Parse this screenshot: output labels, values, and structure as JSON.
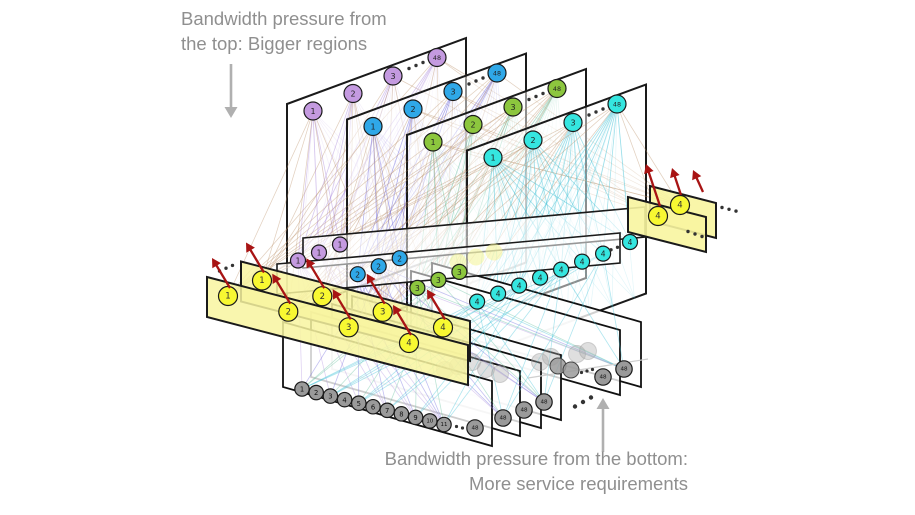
{
  "figure": {
    "annotation_top": {
      "line1": "Bandwidth pressure from",
      "line2": "the top: Bigger regions"
    },
    "annotation_bottom": {
      "line1": "Bandwidth pressure from the bottom:",
      "line2": "More service requirements"
    },
    "planes": [
      {
        "id": 1,
        "node_color": "#c49ae0",
        "fan_color": "#b293e0",
        "top_labels": [
          "1",
          "2",
          "3",
          "48"
        ],
        "middle_label": "1"
      },
      {
        "id": 2,
        "node_color": "#2fa8e8",
        "fan_color": "#6f6ade",
        "top_labels": [
          "1",
          "2",
          "3",
          "48"
        ],
        "middle_label": "2"
      },
      {
        "id": 3,
        "node_color": "#8cc63e",
        "fan_color": "#66c2a0",
        "top_labels": [
          "1",
          "2",
          "3",
          "48"
        ],
        "middle_label": "3"
      },
      {
        "id": 4,
        "node_color": "#35e6e0",
        "fan_color": "#45c4d8",
        "top_labels": [
          "1",
          "2",
          "3",
          "48"
        ],
        "middle_label": "4"
      }
    ],
    "bottom_row_labels": [
      "1",
      "2",
      "3",
      "4",
      "5",
      "6",
      "7",
      "8",
      "9",
      "10",
      "11"
    ],
    "bottom_corner_label": "48",
    "bands": {
      "labels": [
        "1",
        "2",
        "3",
        "4"
      ],
      "right_label": "4",
      "fill": "#f8f5a0",
      "node_fill": "#f8f832",
      "arrow_color": "#a81414"
    },
    "colors": {
      "tan_link": "#bb8f66",
      "plane_border": "#1a1a1a",
      "annotation_text": "#8f8f8f",
      "annotation_arrow": "#b0b0b0",
      "bottom_node_fill": "#9a9a9a",
      "ghost_node": "#aaaaaa"
    }
  }
}
